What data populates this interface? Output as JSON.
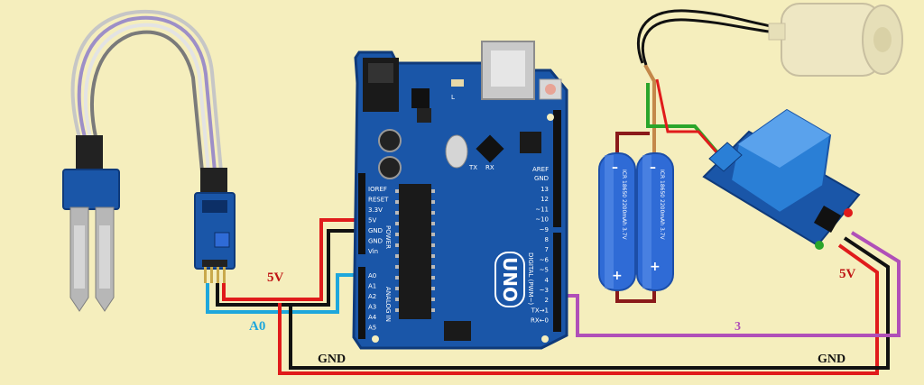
{
  "colors": {
    "background": "#f5eebd",
    "board": "#1a56a8",
    "board_dark": "#0f3a7a",
    "wire_red": "#e01b1b",
    "wire_black": "#111111",
    "wire_cyan": "#1ea7dc",
    "wire_purple": "#b04fb8",
    "wire_green": "#2aa52a",
    "battery": "#2f6bd6",
    "relay": "#2a7fd6"
  },
  "labels": {
    "sensor_vcc": "5V",
    "sensor_signal": "A0",
    "ground_left": "GND",
    "ground_right": "GND",
    "relay_signal": "3",
    "relay_vcc": "5V"
  },
  "board": {
    "name": "UNO",
    "power_header": [
      "IOREF",
      "RESET",
      "3.3V",
      "5V",
      "GND",
      "GND",
      "Vin"
    ],
    "power_title": "POWER",
    "analog_header": [
      "A0",
      "A1",
      "A2",
      "A3",
      "A4",
      "A5"
    ],
    "analog_title": "ANALOG IN",
    "digital_pins": [
      "13",
      "12",
      "~11",
      "~10",
      "~9",
      "8",
      "7",
      "~6",
      "~5",
      "4",
      "~3",
      "2",
      "TX→1",
      "RX←0"
    ],
    "digital_title": "DIGITAL (PWM~)",
    "top_labels": [
      "AREF",
      "GND"
    ],
    "led_labels": [
      "L",
      "TX",
      "RX"
    ]
  },
  "batteries": [
    {
      "text": "ICR 18650 2200mAh 3.7V",
      "plus": "+",
      "minus": "–"
    },
    {
      "text": "ICR 18650 2200mAh 3.7V",
      "plus": "+",
      "minus": "–"
    }
  ],
  "icons": [
    "soil-probe-icon",
    "sensor-module-icon",
    "arduino-board-icon",
    "battery-icon",
    "relay-module-icon",
    "water-pump-icon"
  ]
}
